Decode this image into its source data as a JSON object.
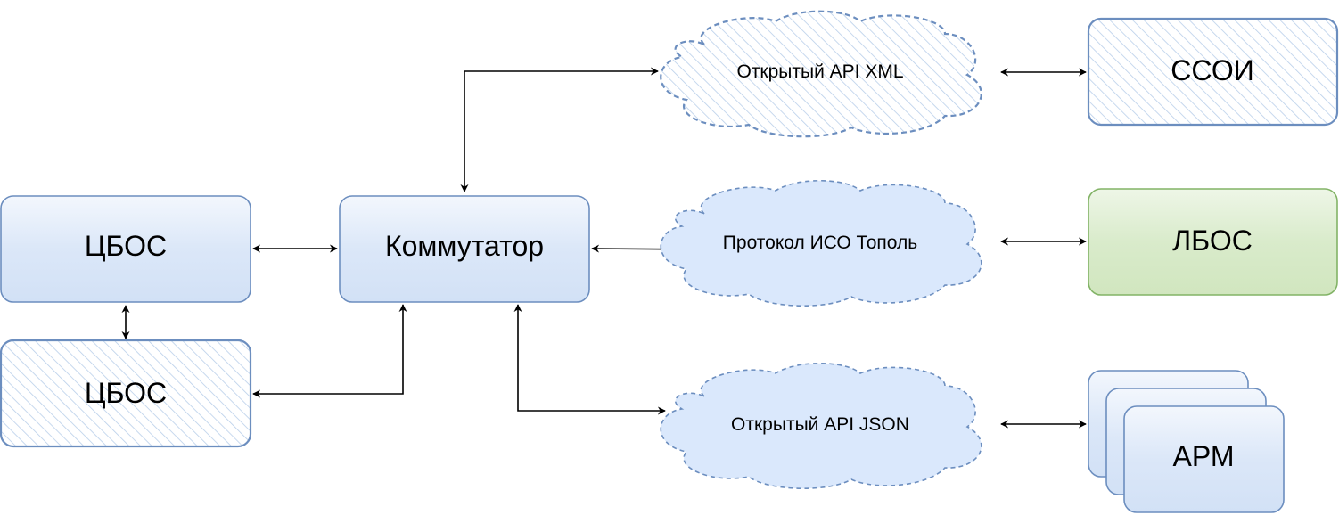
{
  "nodes": {
    "cbos_top": {
      "label": "ЦБОС"
    },
    "cbos_bottom": {
      "label": "ЦБОС"
    },
    "kommutator": {
      "label": "Коммутатор"
    },
    "cloud_xml": {
      "label": "Открытый API XML"
    },
    "cloud_iso": {
      "label": "Протокол ИСО Тополь"
    },
    "cloud_json": {
      "label": "Открытый API JSON"
    },
    "ssoi": {
      "label": "ССОИ"
    },
    "lbos": {
      "label": "ЛБОС"
    },
    "arm": {
      "label": "АРМ"
    }
  },
  "colors": {
    "blue_fill_top": "#eef4fd",
    "blue_fill_bottom": "#d3e2f7",
    "blue_stroke": "#6c8ebf",
    "green_fill_top": "#eaf4e2",
    "green_fill_bottom": "#d5e8c4",
    "green_stroke": "#82b366",
    "hatch": "#a9c4e6"
  }
}
